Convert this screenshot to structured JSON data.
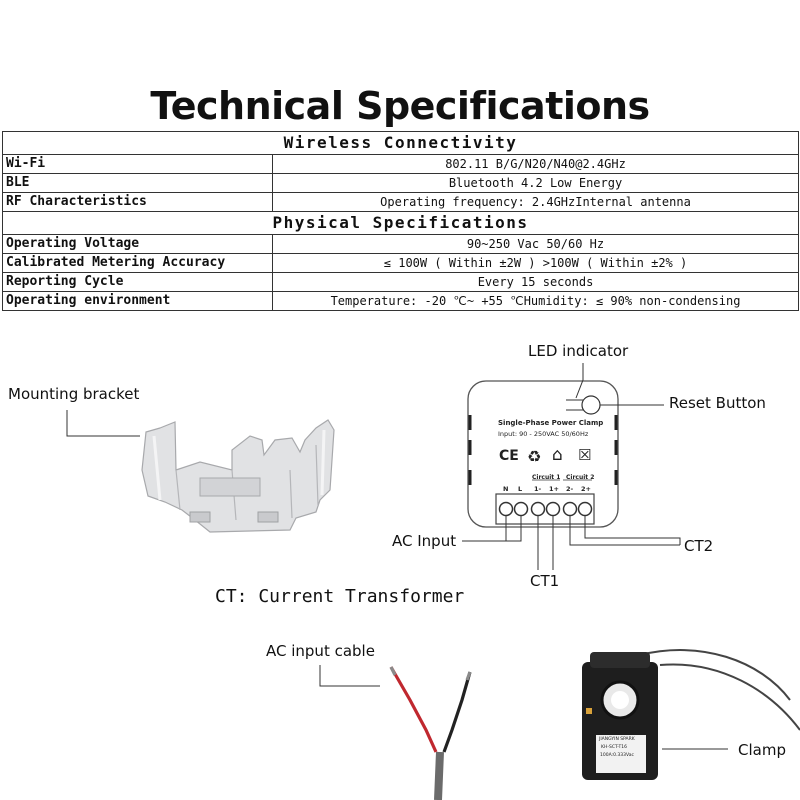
{
  "title": "Technical Specifications",
  "table": {
    "sections": [
      {
        "heading": "Wireless Connectivity",
        "rows": [
          {
            "label": "Wi-Fi",
            "value": "802.11 B/G/N20/N40@2.4GHz"
          },
          {
            "label": "BLE",
            "value": "Bluetooth 4.2 Low Energy"
          },
          {
            "label": "RF Characteristics",
            "value": "Operating frequency: 2.4GHzInternal antenna"
          }
        ]
      },
      {
        "heading": "Physical Specifications",
        "rows": [
          {
            "label": "Operating Voltage",
            "value": "90~250 Vac 50/60 Hz"
          },
          {
            "label": "Calibrated Metering Accuracy",
            "value": "≤ 100W ( Within ±2W ) >100W ( Within ±2% )"
          },
          {
            "label": "Reporting Cycle",
            "value": "Every 15 seconds"
          },
          {
            "label": "Operating environment",
            "value": "Temperature: -20 ℃~ +55 ℃Humidity: ≤ 90% non-condensing"
          }
        ]
      }
    ]
  },
  "labels": {
    "mounting_bracket": "Mounting bracket",
    "led_indicator": "LED indicator",
    "reset_button": "Reset Button",
    "ac_input": "AC Input",
    "ct1": "CT1",
    "ct2": "CT2",
    "ct_caption": "CT: Current Transformer",
    "ac_input_cable": "AC input cable",
    "clamp": "Clamp"
  },
  "module": {
    "name": "Single-Phase Power Clamp",
    "input": "Input: 90 - 250VAC 50/60Hz",
    "terminals": [
      "N",
      "L",
      "1-",
      "1+",
      "2-",
      "2+"
    ],
    "circuit1": "Circuit 1",
    "circuit2": "Circuit 2",
    "marks": [
      "CE",
      "♻",
      "⌂",
      "☒"
    ]
  },
  "clamp": {
    "brand": "JIANGYIN SPARK",
    "model": "KH-SCT-T16",
    "rating": "100A:0.333Vac"
  },
  "colors": {
    "wire_red": "#c0282f",
    "wire_black": "#222222",
    "cable_gray": "#6b6b6b",
    "bracket": "#d9dadc",
    "clamp_body": "#1e1e1e"
  }
}
